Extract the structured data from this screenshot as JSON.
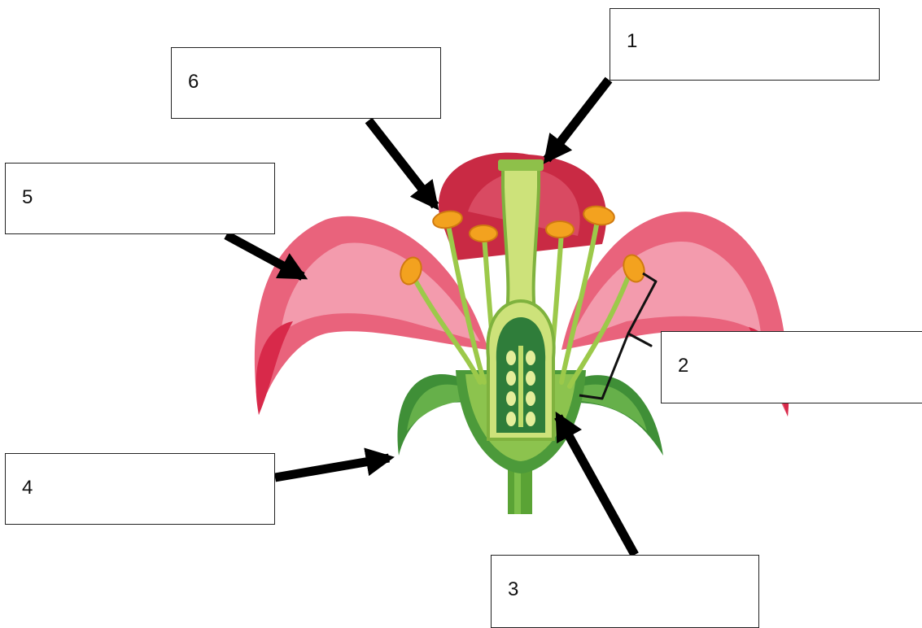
{
  "diagram": {
    "labels": [
      {
        "number": "1",
        "answer": ""
      },
      {
        "number": "2",
        "answer": ""
      },
      {
        "number": "3",
        "answer": ""
      },
      {
        "number": "4",
        "answer": ""
      },
      {
        "number": "5",
        "answer": ""
      },
      {
        "number": "6",
        "answer": ""
      }
    ]
  },
  "colors": {
    "petal_light": "#f08a9c",
    "petal_dark": "#d8294a",
    "back_petal": "#c92a44",
    "anther": "#f3a21f",
    "filament": "#9cc94a",
    "style": "#cde27a",
    "ovary": "#2f7d3a",
    "ovule": "#e4ee9a",
    "sepal": "#3f8f37",
    "stem": "#5aa335",
    "arrow": "#000000"
  }
}
